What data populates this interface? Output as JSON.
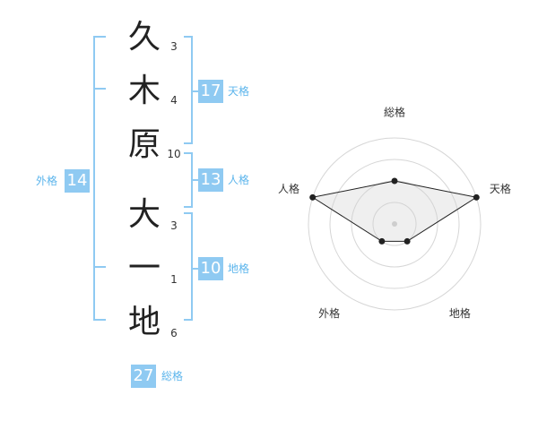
{
  "name": {
    "characters": [
      {
        "char": "久",
        "strokes": "3"
      },
      {
        "char": "木",
        "strokes": "4"
      },
      {
        "char": "原",
        "strokes": "10"
      },
      {
        "char": "大",
        "strokes": "3"
      },
      {
        "char": "一",
        "strokes": "1"
      },
      {
        "char": "地",
        "strokes": "6"
      }
    ]
  },
  "fortunes": {
    "tenkaku": {
      "value": "17",
      "label": "天格"
    },
    "jinkaku": {
      "value": "13",
      "label": "人格"
    },
    "chikaku": {
      "value": "10",
      "label": "地格"
    },
    "gaikaku": {
      "value": "14",
      "label": "外格"
    },
    "soukaku": {
      "value": "27",
      "label": "総格"
    }
  },
  "colors": {
    "accent": "#8fcaf2",
    "accent_text": "#5cb5ec"
  },
  "chart_data": {
    "type": "radar",
    "axes": [
      "総格",
      "天格",
      "地格",
      "外格",
      "人格"
    ],
    "values": [
      2,
      4,
      1,
      1,
      4
    ],
    "max": 4
  }
}
